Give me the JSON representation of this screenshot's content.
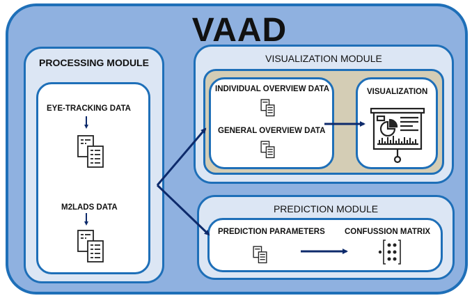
{
  "title": "VAAD",
  "processing": {
    "title": "PROCESSING MODULE",
    "eye_tracking_label": "EYE-TRACKING DATA",
    "m2lads_label": "M2LADS DATA"
  },
  "visualization": {
    "title": "VISUALIZATION MODULE",
    "individual_label": "INDIVIDUAL OVERVIEW DATA",
    "general_label": "GENERAL OVERVIEW DATA",
    "viz_label": "VISUALIZATION"
  },
  "prediction": {
    "title": "PREDICTION MODULE",
    "params_label": "PREDICTION PARAMETERS",
    "matrix_label": "CONFUSSION MATRIX"
  },
  "colors": {
    "outer_fill": "#8fb1e0",
    "border_blue": "#1e6fb8",
    "module_fill": "#dce6f4",
    "viz_band": "#d4cdb5",
    "arrow_navy": "#0d2a6b"
  },
  "icons": [
    "documents-icon",
    "presentation-chart-icon",
    "confusion-matrix-icon",
    "arrow-icon"
  ]
}
